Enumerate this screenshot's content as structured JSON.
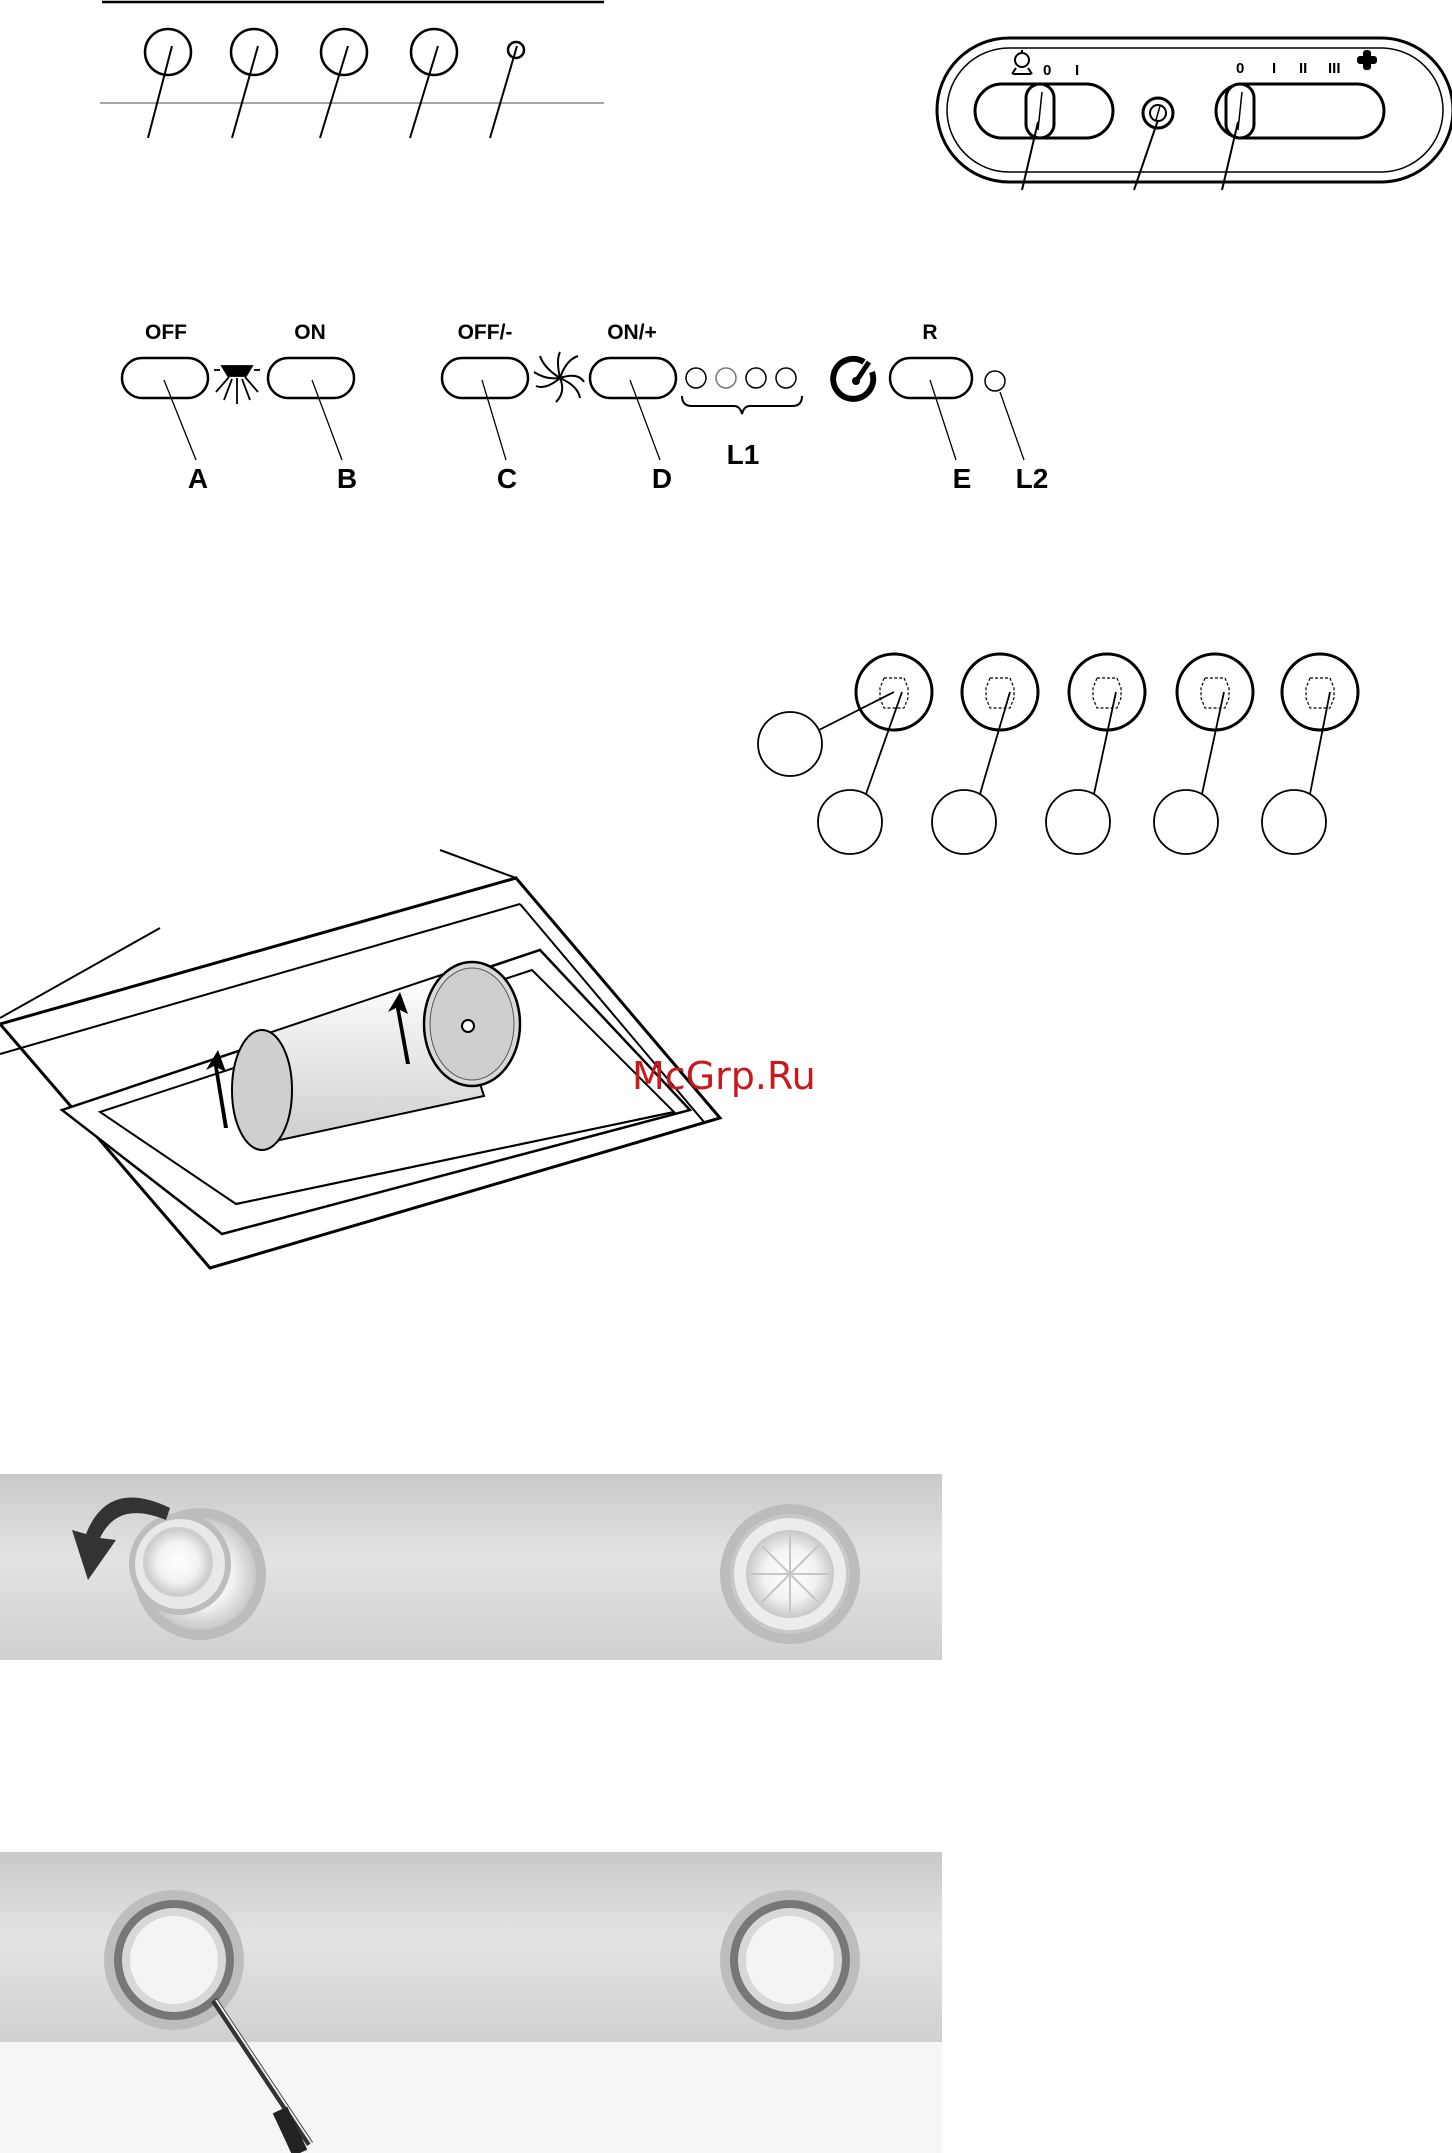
{
  "panel_rotary": {
    "light_scale": [
      "0",
      "I"
    ],
    "fan_scale": [
      "0",
      "I",
      "II",
      "III"
    ]
  },
  "panel_buttons": {
    "light_off_label": "OFF",
    "light_on_label": "ON",
    "fan_off_label": "OFF/-",
    "fan_on_label": "ON/+",
    "reset_label": "R",
    "callout_A": "A",
    "callout_B": "B",
    "callout_C": "C",
    "callout_D": "D",
    "callout_E": "E",
    "callout_L1": "L1",
    "callout_L2": "L2"
  },
  "watermark": "McGrp.Ru",
  "icons": [
    "bulb-icon",
    "fan-icon",
    "timer-icon",
    "plus-icon",
    "rotate-arrow-icon"
  ],
  "colors": {
    "ink": "#000000",
    "photo_grey": "#d6d6d6",
    "watermark_red": "#c8191c"
  }
}
